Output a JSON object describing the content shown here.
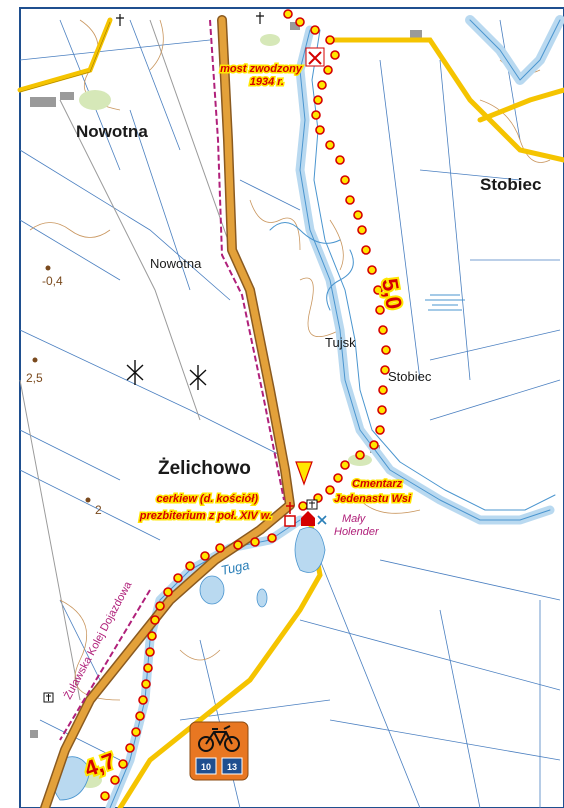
{
  "places": {
    "nowotna_big": "Nowotna",
    "nowotna_small": "Nowotna",
    "stobiec_big": "Stobiec",
    "stobiec_small": "Stobiec",
    "tujsk": "Tujsk",
    "zelichowo": "Żelichowo"
  },
  "pois": {
    "bridge_line1": "most zwodzony",
    "bridge_line2": "1934 r.",
    "church_line1": "cerkiew (d. kościół)",
    "church_line2": "prezbiterium z poł. XIV w.",
    "cemetery_line1": "Cmentarz",
    "cemetery_line2": "Jedenastu Wsi",
    "maly_holender_line1": "Mały",
    "maly_holender_line2": "Holender"
  },
  "water": {
    "river": "Tuga"
  },
  "railway": {
    "label": "Żuławska Kolej Dojazdowa"
  },
  "elevations": {
    "e1": "-0,4",
    "e2": "2,5",
    "e3": "2"
  },
  "route": {
    "distance_a": "5,0",
    "distance_b": "4,7",
    "badge_numbers": [
      "10",
      "13"
    ],
    "icon": "bicycle-icon"
  },
  "colors": {
    "route_dots": "#ffe600",
    "route_dot_border": "#d40000",
    "road": "#f5c400",
    "main_road": "#e3a13a",
    "water": "#b9d9f0",
    "river_line": "#4a95cf",
    "railway": "#b0207a",
    "badge": "#e87722"
  }
}
